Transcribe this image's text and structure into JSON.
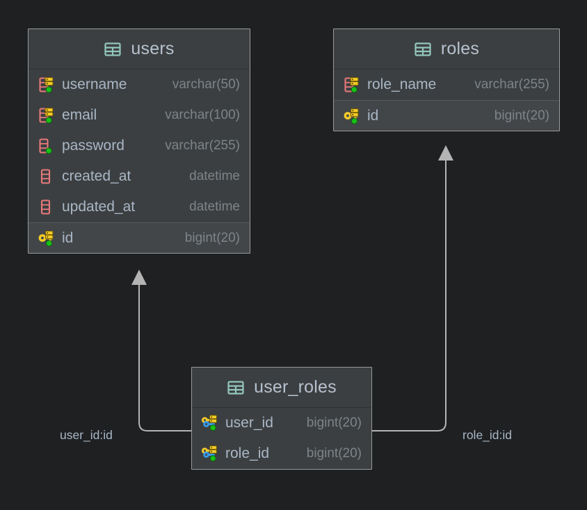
{
  "theme": {
    "page_background": "#1e2022",
    "entity_background": "#3c3f41",
    "entity_border": "#9a9a9a",
    "striped_row_background": "#434649",
    "column_name_color": "#a9b7c6",
    "column_type_color": "#7d8488",
    "table_icon_color": "#92c7bd",
    "column_icon_color": "#e8797b",
    "primary_key_color": "#f5cc2a",
    "foreign_key_color": "#3a9ae8",
    "not_null_dot_color": "#18c018",
    "connector_color": "#b4b4b4"
  },
  "diagram": {
    "type": "database-er-diagram",
    "entities": [
      {
        "name": "users",
        "icon": "table-icon",
        "columns": [
          {
            "name": "username",
            "type": "varchar(50)",
            "icon": "column-indexed-icon",
            "striped": false
          },
          {
            "name": "email",
            "type": "varchar(100)",
            "icon": "column-indexed-icon",
            "striped": false
          },
          {
            "name": "password",
            "type": "varchar(255)",
            "icon": "column-notnull-icon",
            "striped": false
          },
          {
            "name": "created_at",
            "type": "datetime",
            "icon": "column-icon",
            "striped": false
          },
          {
            "name": "updated_at",
            "type": "datetime",
            "icon": "column-icon",
            "striped": false
          },
          {
            "name": "id",
            "type": "bigint(20)",
            "icon": "primary-key-icon",
            "striped": true
          }
        ]
      },
      {
        "name": "roles",
        "icon": "table-icon",
        "columns": [
          {
            "name": "role_name",
            "type": "varchar(255)",
            "icon": "column-indexed-icon",
            "striped": false
          },
          {
            "name": "id",
            "type": "bigint(20)",
            "icon": "primary-key-icon",
            "striped": true
          }
        ]
      },
      {
        "name": "user_roles",
        "icon": "table-icon",
        "columns": [
          {
            "name": "user_id",
            "type": "bigint(20)",
            "icon": "primary-foreign-key-icon",
            "striped": false
          },
          {
            "name": "role_id",
            "type": "bigint(20)",
            "icon": "primary-foreign-key-icon",
            "striped": false
          }
        ]
      }
    ],
    "relationships": [
      {
        "label": "user_id:id",
        "from": "user_roles.user_id",
        "to": "users.id"
      },
      {
        "label": "role_id:id",
        "from": "user_roles.role_id",
        "to": "roles.id"
      }
    ]
  }
}
